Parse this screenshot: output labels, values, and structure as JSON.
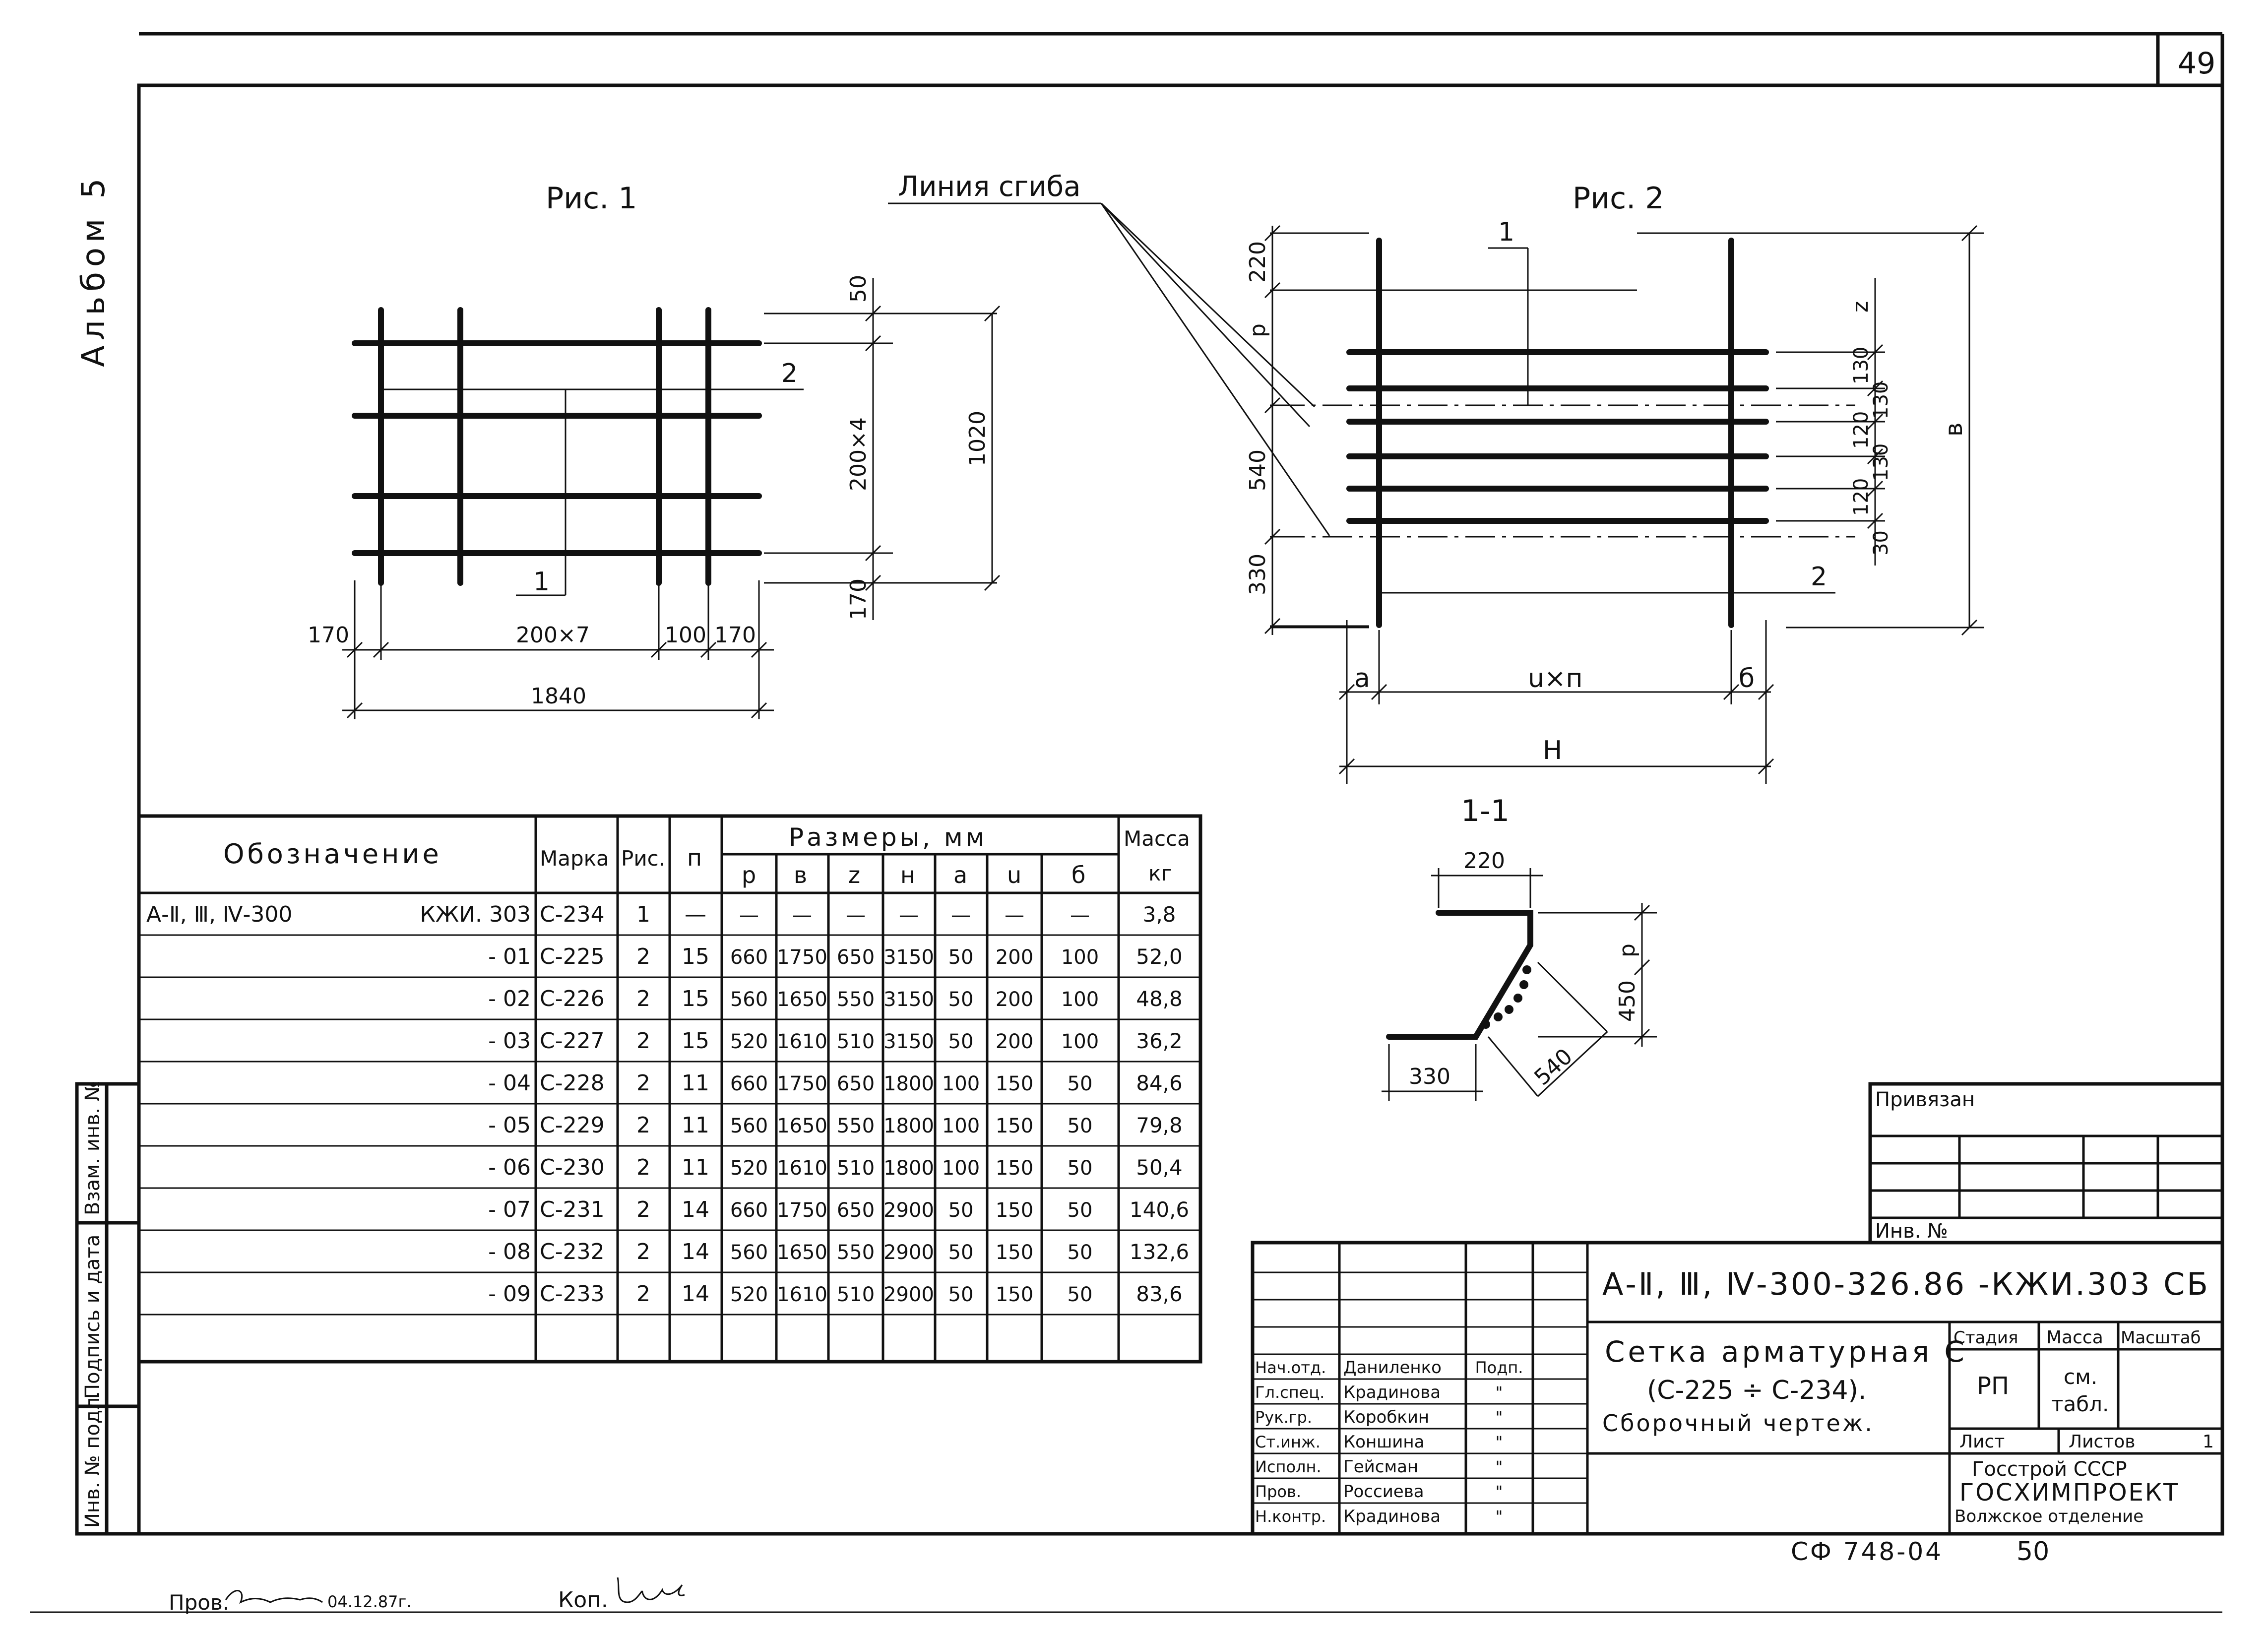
{
  "page_number": "49",
  "album_label": "Альбом 5",
  "figures": {
    "fig1_title": "Рис. 1",
    "fig2_title": "Рис. 2",
    "bend_line_label": "Линия сгиба",
    "section_label": "1-1",
    "fig1": {
      "dim_50": "50",
      "dim_200x4": "200×4",
      "dim_1020": "1020",
      "dim_170_v": "170",
      "dim_170_left": "170",
      "dim_200x7": "200×7",
      "dim_100": "100",
      "dim_170_right": "170",
      "dim_1840": "1840",
      "mark_1": "1",
      "mark_2": "2"
    },
    "fig2": {
      "dim_220": "220",
      "dim_p": "р",
      "dim_540": "540",
      "dim_330": "330",
      "dim_z": "z",
      "dim_130a": "130",
      "dim_120a": "120",
      "dim_130b": "130",
      "dim_120b": "120",
      "dim_130c": "130",
      "dim_30": "30",
      "dim_b": "в",
      "dim_a": "а",
      "dim_uxn": "u×п",
      "dim_delta": "б",
      "dim_H": "Н",
      "mark_1": "1",
      "mark_2": "2"
    },
    "section": {
      "dim_220": "220",
      "dim_p": "р",
      "dim_450": "450",
      "dim_540": "540",
      "dim_330": "330"
    }
  },
  "spec_table": {
    "headers": {
      "designation": "Обозначение",
      "mark": "Марка",
      "fig": "Рис.",
      "n": "п",
      "sizes": "Размеры, мм",
      "mass": "Масса",
      "mass_unit": "кг",
      "sub": [
        "р",
        "в",
        "z",
        "н",
        "а",
        "u",
        "б"
      ]
    },
    "rows": [
      {
        "designation": "А-Ⅱ, Ⅲ, Ⅳ-300",
        "suffix": "КЖИ. 303",
        "mark": "С-234",
        "fig": "1",
        "n": "—",
        "p": "—",
        "b": "—",
        "z": "—",
        "h": "—",
        "a": "—",
        "u": "—",
        "d": "—",
        "mass": "3,8"
      },
      {
        "designation": "",
        "suffix": "- 01",
        "mark": "С-225",
        "fig": "2",
        "n": "15",
        "p": "660",
        "b": "1750",
        "z": "650",
        "h": "3150",
        "a": "50",
        "u": "200",
        "d": "100",
        "mass": "52,0"
      },
      {
        "designation": "",
        "suffix": "- 02",
        "mark": "С-226",
        "fig": "2",
        "n": "15",
        "p": "560",
        "b": "1650",
        "z": "550",
        "h": "3150",
        "a": "50",
        "u": "200",
        "d": "100",
        "mass": "48,8"
      },
      {
        "designation": "",
        "suffix": "- 03",
        "mark": "С-227",
        "fig": "2",
        "n": "15",
        "p": "520",
        "b": "1610",
        "z": "510",
        "h": "3150",
        "a": "50",
        "u": "200",
        "d": "100",
        "mass": "36,2"
      },
      {
        "designation": "",
        "suffix": "- 04",
        "mark": "С-228",
        "fig": "2",
        "n": "11",
        "p": "660",
        "b": "1750",
        "z": "650",
        "h": "1800",
        "a": "100",
        "u": "150",
        "d": "50",
        "mass": "84,6"
      },
      {
        "designation": "",
        "suffix": "- 05",
        "mark": "С-229",
        "fig": "2",
        "n": "11",
        "p": "560",
        "b": "1650",
        "z": "550",
        "h": "1800",
        "a": "100",
        "u": "150",
        "d": "50",
        "mass": "79,8"
      },
      {
        "designation": "",
        "suffix": "- 06",
        "mark": "С-230",
        "fig": "2",
        "n": "11",
        "p": "520",
        "b": "1610",
        "z": "510",
        "h": "1800",
        "a": "100",
        "u": "150",
        "d": "50",
        "mass": "50,4"
      },
      {
        "designation": "",
        "suffix": "- 07",
        "mark": "С-231",
        "fig": "2",
        "n": "14",
        "p": "660",
        "b": "1750",
        "z": "650",
        "h": "2900",
        "a": "50",
        "u": "150",
        "d": "50",
        "mass": "140,6"
      },
      {
        "designation": "",
        "suffix": "- 08",
        "mark": "С-232",
        "fig": "2",
        "n": "14",
        "p": "560",
        "b": "1650",
        "z": "550",
        "h": "2900",
        "a": "50",
        "u": "150",
        "d": "50",
        "mass": "132,6"
      },
      {
        "designation": "",
        "suffix": "- 09",
        "mark": "С-233",
        "fig": "2",
        "n": "14",
        "p": "520",
        "b": "1610",
        "z": "510",
        "h": "2900",
        "a": "50",
        "u": "150",
        "d": "50",
        "mass": "83,6"
      }
    ]
  },
  "stamp": {
    "linked": "Привязан",
    "inv_no": "Инв. №",
    "doc_code": "А-Ⅱ, Ⅲ, Ⅳ-300-326.86 -КЖИ.303 СБ",
    "title_line1": "Сетка арматурная С",
    "title_line2": "(С-225 ÷ С-234).",
    "title_line3": "Сборочный  чертеж.",
    "stage_h": "Стадия",
    "mass_h": "Масса",
    "scale_h": "Масштаб",
    "stage": "РП",
    "mass_val1": "см.",
    "mass_val2": "табл.",
    "sheet_h": "Лист",
    "sheets_h": "Листов",
    "sheets_val": "1",
    "org1": "Госстрой СССР",
    "org2": "ГОСХИМПРОЕКТ",
    "org3": "Волжское отделение",
    "sign_label": "Подп.",
    "people": [
      {
        "role": "Нач.отд.",
        "name": "Даниленко",
        "sign": "Подп."
      },
      {
        "role": "Гл.спец.",
        "name": "Крадинова",
        "sign": "\""
      },
      {
        "role": "Рук.гр.",
        "name": "Коробкин",
        "sign": "\""
      },
      {
        "role": "Ст.инж.",
        "name": "Коншина",
        "sign": "\""
      },
      {
        "role": "Исполн.",
        "name": "Гейсман",
        "sign": "\""
      },
      {
        "role": "Пров.",
        "name": "Россиева",
        "sign": "\""
      },
      {
        "role": "Н.контр.",
        "name": "Крадинова",
        "sign": "\""
      }
    ]
  },
  "side_stamp": [
    "Инв. № подл.",
    "Подпись и дата",
    "Взам. инв. №"
  ],
  "footer": {
    "code": "СФ 748-04",
    "num": "50",
    "checked": "Пров.",
    "checked_date": "04.12.87г.",
    "copied": "Коп."
  }
}
